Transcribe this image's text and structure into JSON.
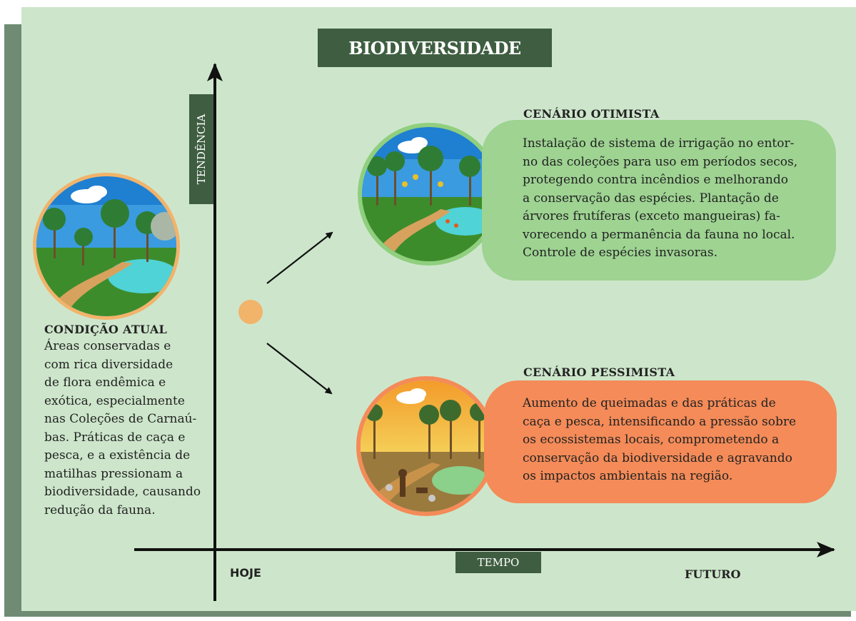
{
  "title": "BIODIVERSIDADE",
  "axes": {
    "y_label": "TENDÊNCIA",
    "x_label": "TEMPO",
    "x_start": "HOJE",
    "x_end": "FUTURO"
  },
  "current": {
    "heading": "CONDIÇÃO ATUAL",
    "lines": [
      "Áreas conservadas e",
      "com rica diversidade",
      "de flora endêmica e",
      "exótica, especialmente",
      "nas Coleções de Carnaú-",
      "bas. Práticas de caça e",
      "pesca, e a existência de",
      "matilhas pressionam a",
      "biodiversidade, causando",
      "redução da fauna."
    ]
  },
  "optimistic": {
    "heading": "CENÁRIO OTIMISTA",
    "lines": [
      "Instalação de sistema de irrigação no entor-",
      "no das coleções para uso em períodos secos,",
      "protegendo contra incêndios e melhorando",
      "a conservação das espécies. Plantação de",
      "árvores frutíferas (exceto mangueiras) fa-",
      "vorecendo a permanência da fauna no local.",
      "Controle de espécies invasoras."
    ]
  },
  "pessimistic": {
    "heading": "CENÁRIO PESSIMISTA",
    "lines": [
      "Aumento de queimadas e das práticas de",
      "caça e pesca, intensificando a pressão sobre",
      "os ecossistemas locais, comprometendo a",
      "conservação da biodiversidade e agravando",
      "os impactos ambientais na região."
    ]
  },
  "colors": {
    "panel_bg": "#cde6cb",
    "dark_green": "#3f5e41",
    "optimistic_bubble": "#9ed392",
    "pessimistic_bubble": "#f48b58",
    "current_ring": "#f2b36a"
  }
}
